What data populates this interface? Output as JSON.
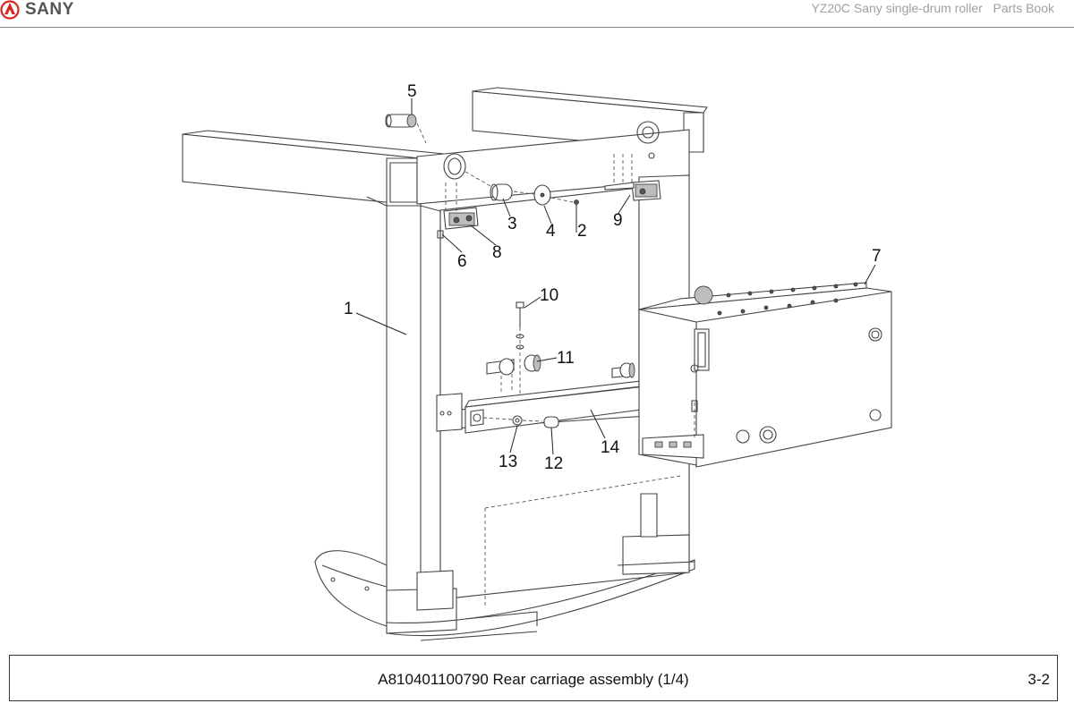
{
  "header": {
    "brand": "SANY",
    "doc_title": "YZ20C Sany single-drum roller   Parts Book",
    "brand_color": "#d7261e"
  },
  "drawing": {
    "callouts": [
      "1",
      "2",
      "3",
      "4",
      "5",
      "6",
      "7",
      "8",
      "9",
      "10",
      "11",
      "12",
      "13",
      "14"
    ]
  },
  "footer": {
    "caption": "A810401100790 Rear carriage assembly (1/4)",
    "page": "3-2"
  }
}
